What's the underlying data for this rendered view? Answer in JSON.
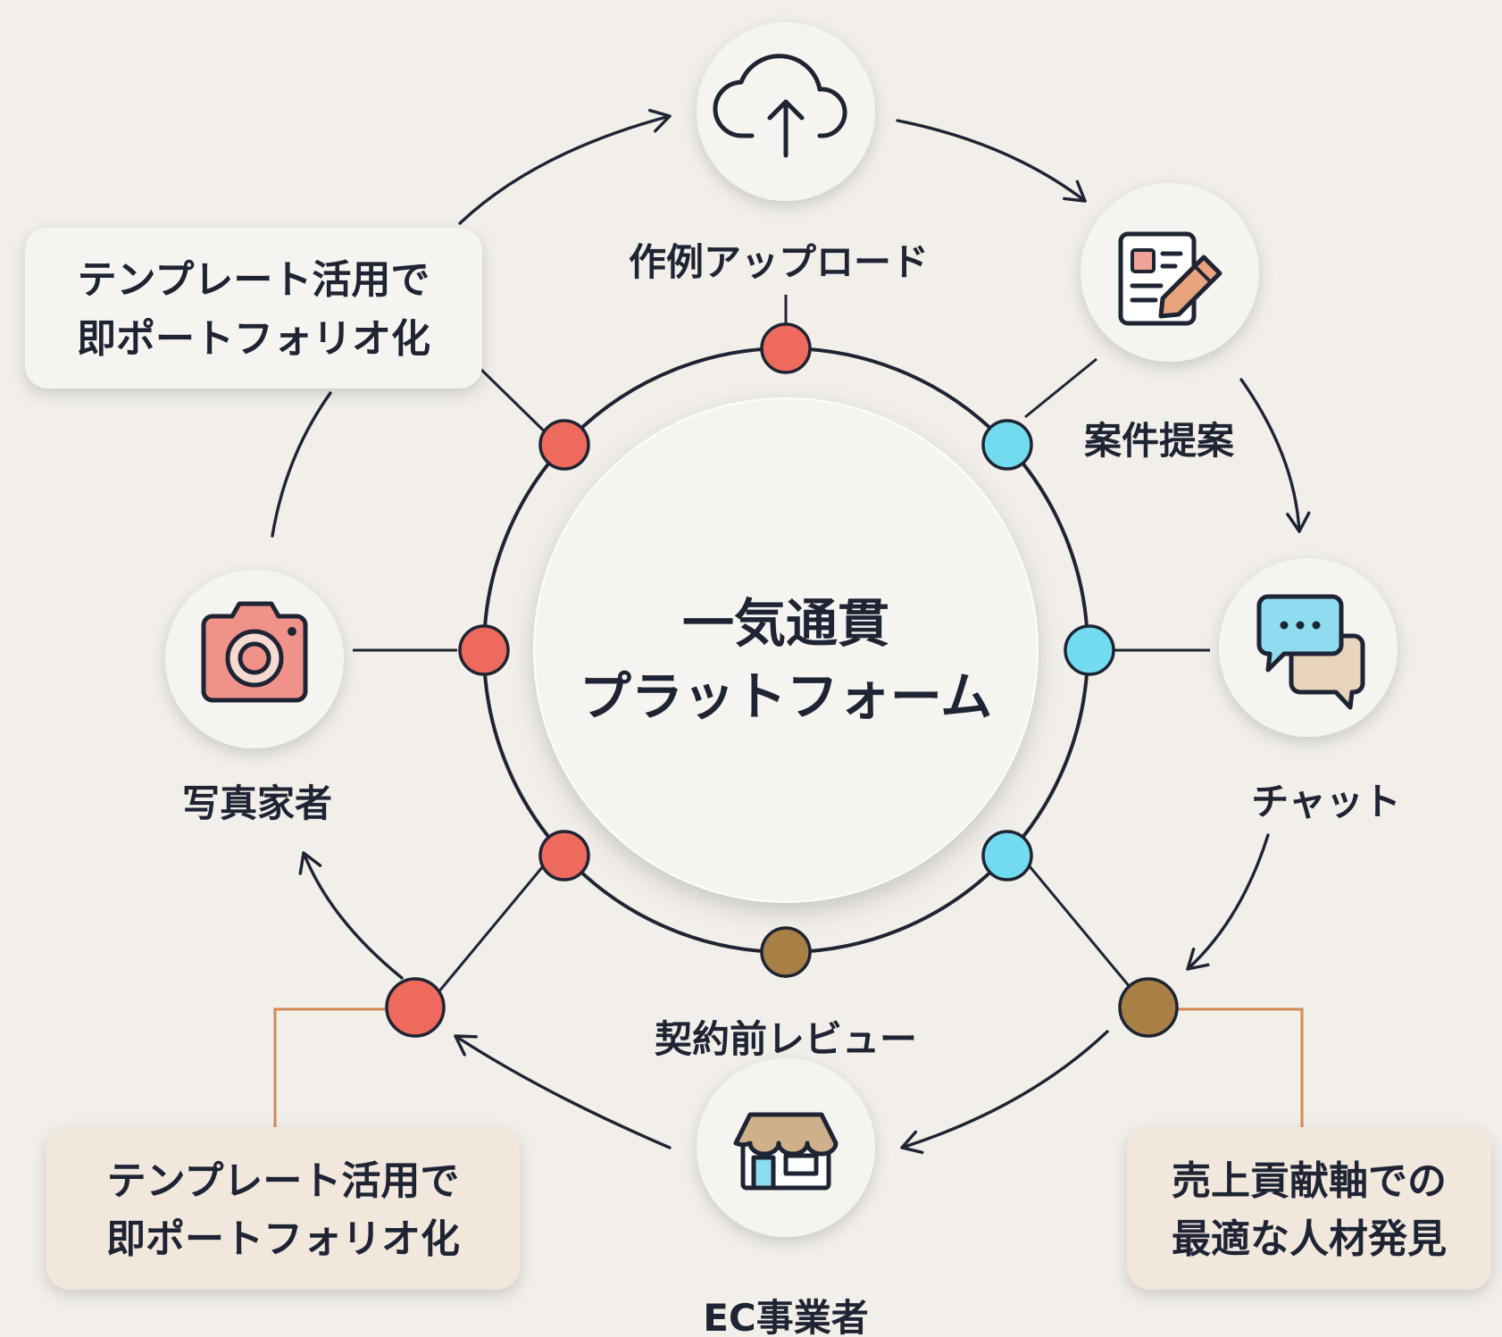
{
  "diagram": {
    "title_lines": [
      "一気通貫",
      "プラットフォーム"
    ],
    "colors": {
      "background": "#f2efea",
      "ink": "#1e2433",
      "dot_red": "#ee6a5c",
      "dot_cyan": "#72dbef",
      "dot_brown": "#a87f45",
      "connector_orange": "#d38a52",
      "box_white": "#f6f4f0",
      "box_beige": "#f1e7dd"
    },
    "nodes": {
      "upload": {
        "label": "作例アップロード",
        "icon": "cloud-upload-icon"
      },
      "proposal": {
        "label": "案件提案",
        "icon": "document-edit-icon"
      },
      "chat": {
        "label": "チャット",
        "icon": "chat-bubbles-icon"
      },
      "ec": {
        "label": "EC事業者",
        "icon": "storefront-icon"
      },
      "review": {
        "label": "契約前レビュー"
      },
      "photographer": {
        "label": "写真家者",
        "icon": "camera-icon"
      }
    },
    "callouts": {
      "top_left": [
        "テンプレート活用で",
        "即ポートフォリオ化"
      ],
      "bottom_left": [
        "テンプレート活用で",
        "即ポートフォリオ化"
      ],
      "bottom_right": [
        "売上貢献軸での",
        "最適な人材発見"
      ]
    }
  }
}
